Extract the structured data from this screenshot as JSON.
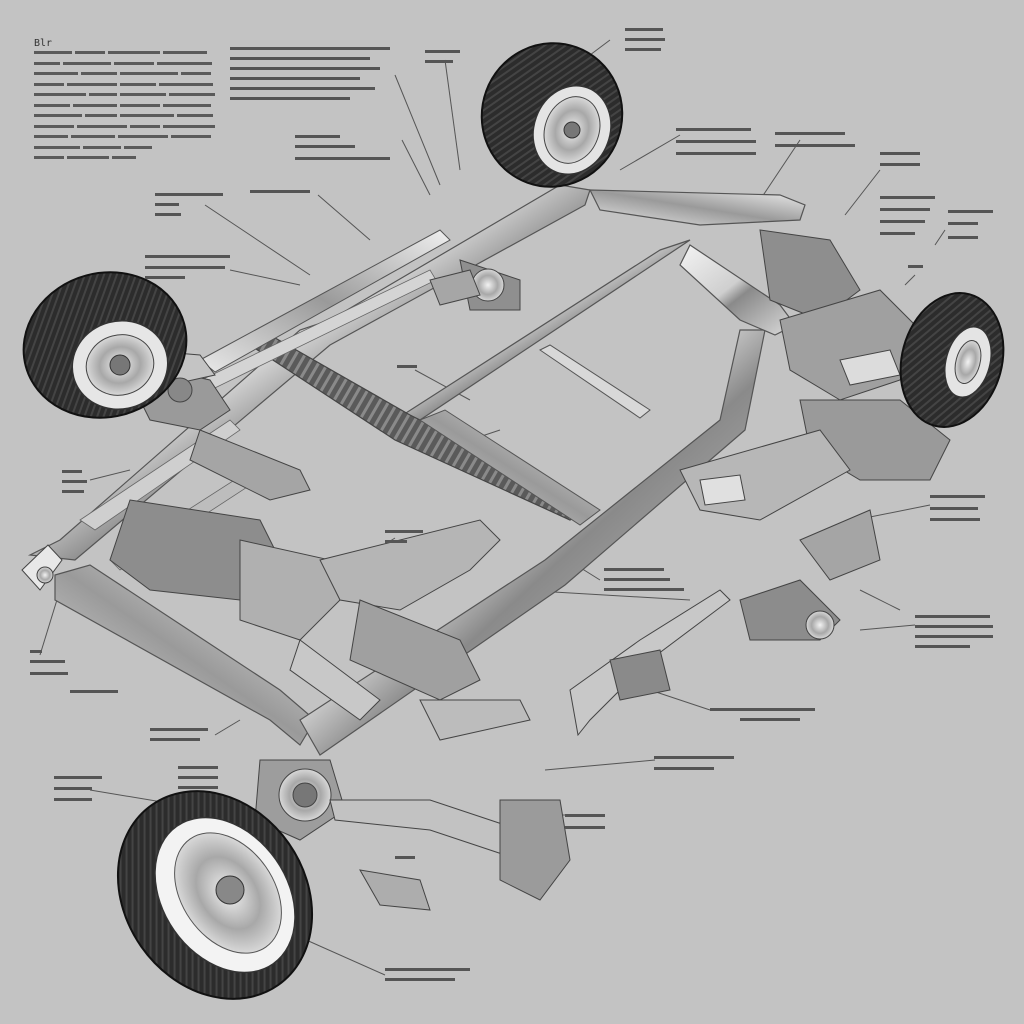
{
  "diagram": {
    "type": "exploded automotive chassis illustration",
    "corner_mark": "Blr",
    "colors": {
      "background": "#c3c3c3",
      "frame_metal": "#e6e6e6",
      "frame_shadow": "#7c7c7c",
      "tire": "#2b2b2b",
      "leader_line": "#555555",
      "label_text": "#4a4a4a"
    },
    "components": [
      "left-front-wheel",
      "rear-top-wheel",
      "right-rear-wheel",
      "front-bottom-wheel",
      "chassis-frame",
      "cross-member",
      "front-suspension",
      "rear-suspension",
      "drive-shaft"
    ]
  }
}
